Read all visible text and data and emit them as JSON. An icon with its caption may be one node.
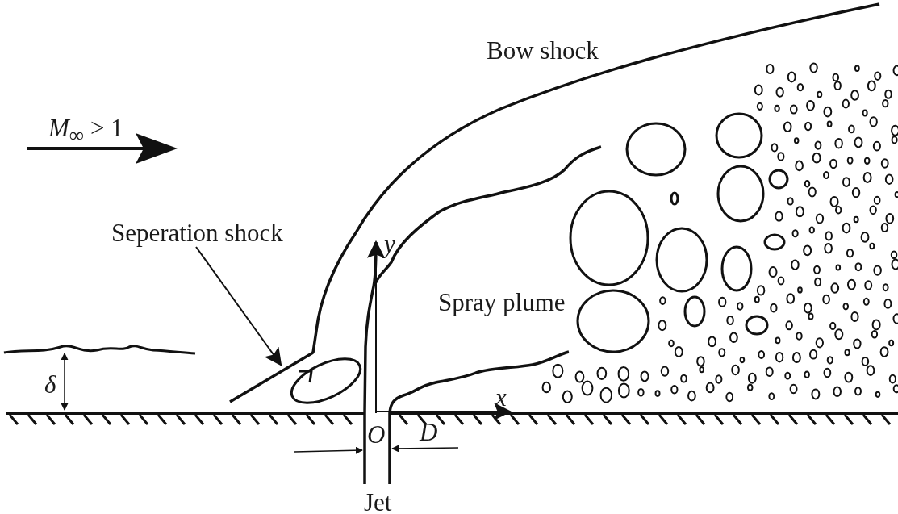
{
  "diagram": {
    "nodes": [
      {
        "text": [
          "Seperation shock"
        ]
      },
      {
        "text": [],
        "shape": "line"
      }
    ],
    "edges": [
      {
        "from": 0,
        "to": 1,
        "arrow": "to"
      }
    ],
    "labels": [
      "Bow shock",
      "*M*$_{∞}$ > 1",
      "y",
      "Spray plume",
      "δ",
      "x",
      "O",
      "D",
      "Jet"
    ]
  }
}
